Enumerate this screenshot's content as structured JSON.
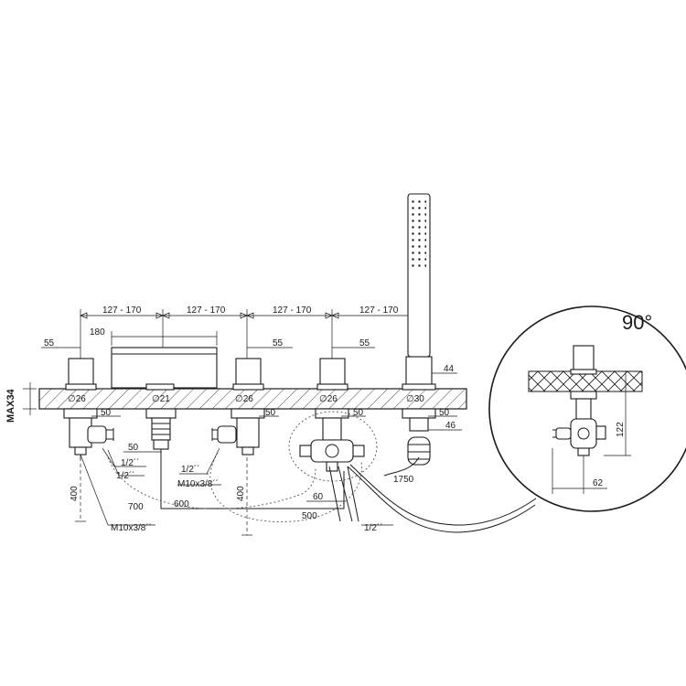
{
  "dimensions": {
    "spacing": [
      "127 - 170",
      "127 - 170",
      "127 - 170",
      "127 - 170"
    ],
    "spout_width": "180",
    "offsets_55": [
      "55",
      "55",
      "55"
    ],
    "handle_44": "44",
    "diameters": [
      "∅26",
      "∅21",
      "∅26",
      "∅26",
      "∅30"
    ],
    "side_50": [
      "50",
      "50",
      "50",
      "50"
    ],
    "mid_50": "50",
    "right_46": "46",
    "max_thickness": "MAX34",
    "hose_1750": "1750",
    "pipe_60": "60",
    "pipe_600": "600",
    "pipe_700": "700",
    "pipe_500": "500",
    "vertical_400_left": "400",
    "vertical_400_mid": "400"
  },
  "threads": {
    "half_left_a": "1/2´´",
    "half_left_b": "1/2´´",
    "half_mid": "1/2´´",
    "m10_mid": "M10x3/8´´",
    "m10_bottom": "M10x3/8´´",
    "half_right": "1/2´´"
  },
  "detail": {
    "angle": "90°",
    "height_122": "122",
    "width_62": "62"
  }
}
